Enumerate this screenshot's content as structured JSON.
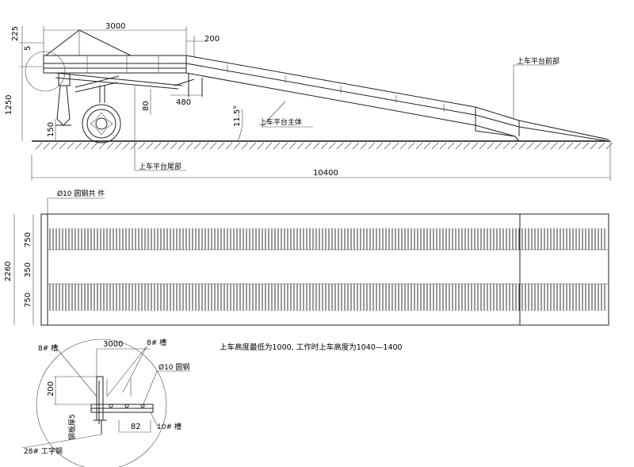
{
  "side_view": {
    "dim_length": "3000",
    "dim_offset": "200",
    "dim_top": "225",
    "dim_small": "5",
    "dim_height": "1250",
    "dim_wheel": "150",
    "dim_beam": "80",
    "dim_foot": "480",
    "angle": "11.5°",
    "total_length": "10400",
    "label_front": "上车平台前部",
    "label_main": "上车平台主体",
    "label_tail": "上车平台尾部"
  },
  "top_view": {
    "label_rod": "Ø10 圆钢共   件",
    "dim_width": "2260",
    "dim_track_a": "750",
    "dim_gap": "350",
    "dim_track_b": "750"
  },
  "detail": {
    "label_ch8_left": "8# 槽",
    "label_ch8_right": "8# 槽",
    "dim_length": "3000",
    "label_rod": "Ø10 圆钢",
    "dim_height": "200",
    "label_plate": "钢板厚5",
    "dim_82": "82",
    "label_ch10": "10# 槽",
    "label_ibeam": "28# 工字钢"
  },
  "note": "上车高度最低为1000, 工作时上车高度为1040—1400"
}
